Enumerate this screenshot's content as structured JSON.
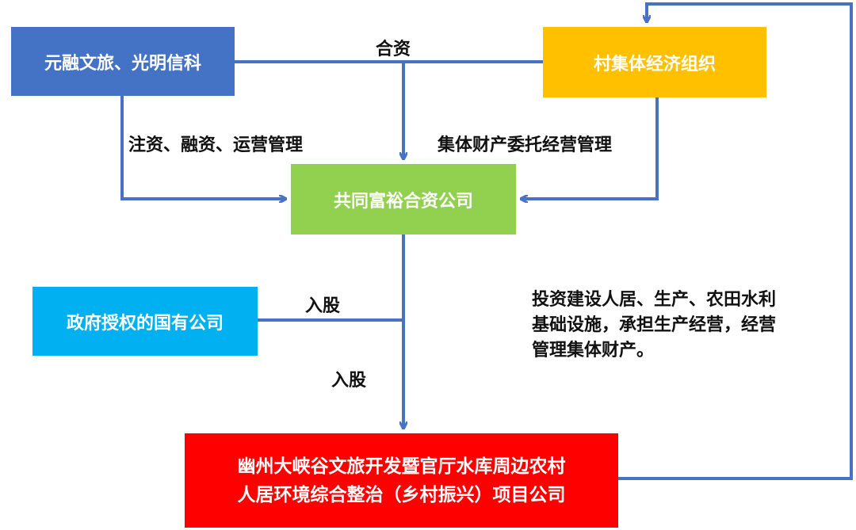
{
  "colors": {
    "connector": "#4A72C4",
    "blue_box": "#4472C4",
    "yellow_box": "#FFC000",
    "green_box": "#92D050",
    "cyan_box": "#00B0F0",
    "red_box": "#FF0000"
  },
  "nodes": {
    "yuanrong": "元融文旅、光明信科",
    "village_collective": "村集体经济组织",
    "joint_venture": "共同富裕合资公司",
    "state_company": "政府授权的国有公司",
    "project_company_line1": "幽州大峡谷文旅开发暨官厅水库周边农村",
    "project_company_line2": "人居环境综合整治（乡村振兴）项目公司"
  },
  "edge_labels": {
    "joint_investment": "合资",
    "capital_operation": "注资、融资、运营管理",
    "collective_property": "集体财产委托经营管理",
    "equity_1": "入股",
    "equity_2": "入股",
    "investment_line1": "投资建设人居、生产、农田水利",
    "investment_line2": "基础设施，承担生产经营，经营",
    "investment_line3": "管理集体财产。"
  }
}
